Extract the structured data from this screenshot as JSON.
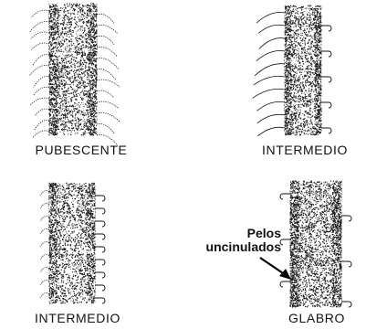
{
  "panels": [
    {
      "caption": "PUBESCENTE"
    },
    {
      "caption": "INTERMEDIO"
    },
    {
      "caption": "INTERMEDIO"
    },
    {
      "caption": "GLABRO"
    }
  ],
  "annotation": {
    "line1": "Pelos",
    "line2": "uncinulados"
  }
}
